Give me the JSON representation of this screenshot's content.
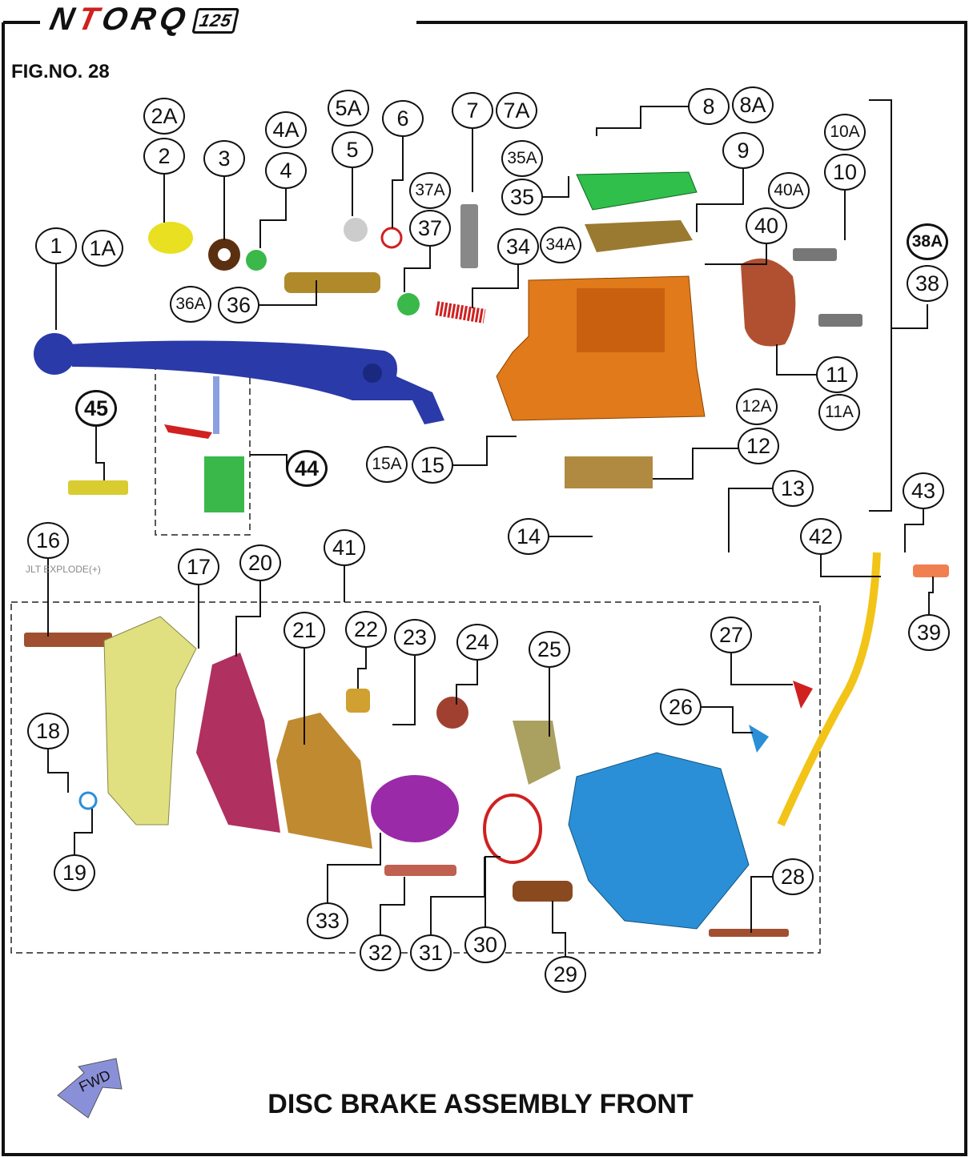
{
  "logo": {
    "brand_black_1": "N",
    "brand_red": "T",
    "brand_black_2": "ORQ",
    "model": "125"
  },
  "figure_number": "FIG.NO. 28",
  "title": "DISC BRAKE ASSEMBLY FRONT",
  "watermark": "JLT EXPLODE(+)",
  "fwd_label": "FWD",
  "colors": {
    "lever": "#2a3aa8",
    "body": "#e07a1a",
    "caliper": "#2a8fd6",
    "cover": "#2fbf4a",
    "pad": "#b03060",
    "hose": "#f2c418"
  },
  "callouts": [
    "1",
    "1A",
    "2",
    "2A",
    "3",
    "4",
    "4A",
    "5",
    "5A",
    "6",
    "7",
    "7A",
    "8",
    "8A",
    "9",
    "10",
    "10A",
    "11",
    "11A",
    "12",
    "12A",
    "13",
    "14",
    "15",
    "15A",
    "16",
    "17",
    "18",
    "19",
    "20",
    "21",
    "22",
    "23",
    "24",
    "25",
    "26",
    "27",
    "28",
    "29",
    "30",
    "31",
    "32",
    "33",
    "34",
    "34A",
    "35",
    "35A",
    "36",
    "36A",
    "37",
    "37A",
    "38",
    "38A",
    "39",
    "40",
    "40A",
    "41",
    "42",
    "43",
    "44",
    "45"
  ]
}
